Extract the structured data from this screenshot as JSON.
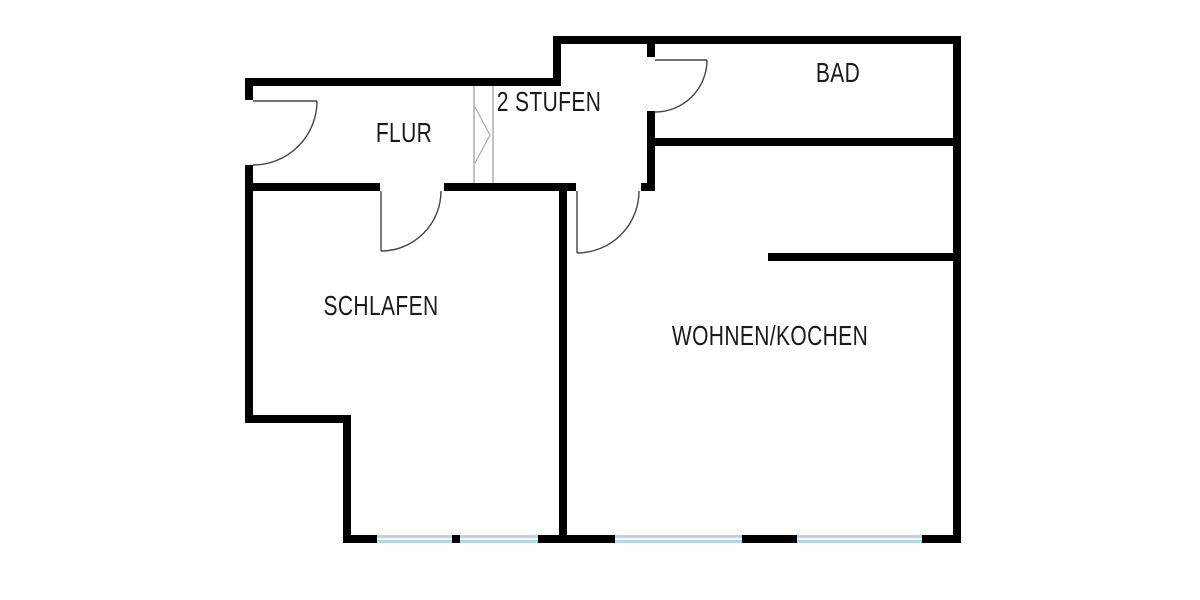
{
  "floorplan": {
    "rooms": [
      {
        "name": "flur",
        "label": "FLUR"
      },
      {
        "name": "stufen",
        "label": "2 STUFEN"
      },
      {
        "name": "bad",
        "label": "BAD"
      },
      {
        "name": "schlafen",
        "label": "SCHLAFEN"
      },
      {
        "name": "wohnen-kochen",
        "label": "WOHNEN/KOCHEN"
      }
    ],
    "colors": {
      "wall": "#000000",
      "window_glass": "#b4d7e7",
      "door_line": "#444444",
      "step_line": "#999999",
      "background": "#ffffff",
      "label_text": "#1a1a1a"
    }
  }
}
